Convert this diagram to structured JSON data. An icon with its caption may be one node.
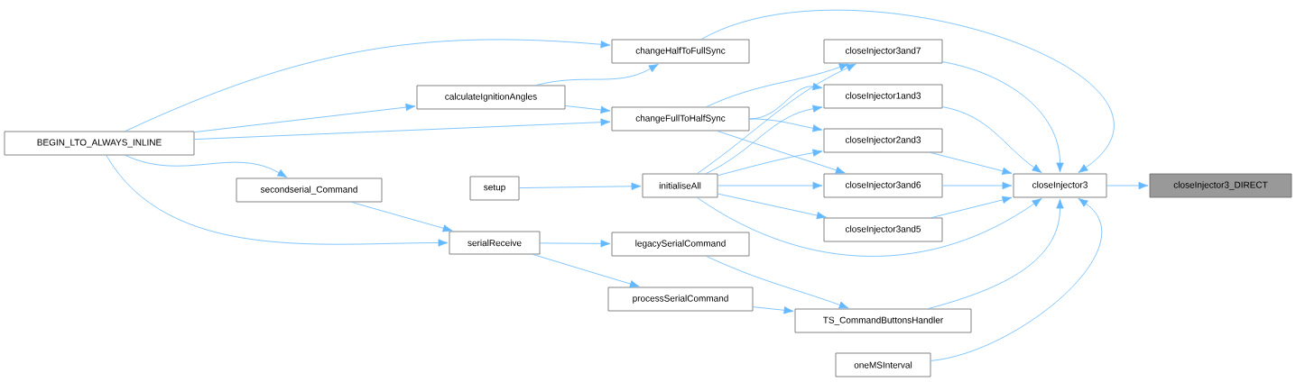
{
  "diagram": {
    "nodes": [
      {
        "text": [
          "BEGIN_LTO_ALWAYS_INLINE"
        ]
      },
      {
        "text": [
          "changeHalfToFullSync"
        ]
      },
      {
        "text": [
          "calculateIgnitionAngles"
        ]
      },
      {
        "text": [
          "changeFullToHalfSync"
        ]
      },
      {
        "text": [
          "closeInjector3and7"
        ]
      },
      {
        "text": [
          "closeInjector1and3"
        ]
      },
      {
        "text": [
          "closeInjector2and3"
        ]
      },
      {
        "text": [
          "setup"
        ]
      },
      {
        "text": [
          "initialiseAll"
        ]
      },
      {
        "text": [
          "closeInjector3and6"
        ]
      },
      {
        "text": [
          "secondserial_Command"
        ]
      },
      {
        "text": [
          "closeInjector3and5"
        ]
      },
      {
        "text": [
          "serialReceive"
        ]
      },
      {
        "text": [
          "legacySerialCommand"
        ]
      },
      {
        "text": [
          "closeInjector3"
        ]
      },
      {
        "text": [
          "closeInjector3_DIRECT"
        ]
      },
      {
        "text": [
          "processSerialCommand"
        ]
      },
      {
        "text": [
          "TS_CommandButtonsHandler"
        ]
      },
      {
        "text": [
          "oneMSInterval"
        ]
      }
    ],
    "edges": [
      {
        "from": 0,
        "to": 1,
        "arrow": "to"
      },
      {
        "from": 0,
        "to": 2,
        "arrow": "to"
      },
      {
        "from": 0,
        "to": 3,
        "arrow": "to"
      },
      {
        "from": 0,
        "to": 10,
        "arrow": "to"
      },
      {
        "from": 0,
        "to": 12,
        "arrow": "to"
      },
      {
        "from": 2,
        "to": 1,
        "arrow": "to"
      },
      {
        "from": 2,
        "to": 3,
        "arrow": "to"
      },
      {
        "from": 1,
        "to": 14,
        "arrow": "to"
      },
      {
        "from": 3,
        "to": 4,
        "arrow": "to"
      },
      {
        "from": 3,
        "to": 5,
        "arrow": "to"
      },
      {
        "from": 3,
        "to": 6,
        "arrow": "to"
      },
      {
        "from": 3,
        "to": 9,
        "arrow": "to"
      },
      {
        "from": 7,
        "to": 8,
        "arrow": "to"
      },
      {
        "from": 8,
        "to": 4,
        "arrow": "to"
      },
      {
        "from": 8,
        "to": 5,
        "arrow": "to"
      },
      {
        "from": 8,
        "to": 6,
        "arrow": "to"
      },
      {
        "from": 8,
        "to": 9,
        "arrow": "to"
      },
      {
        "from": 8,
        "to": 11,
        "arrow": "to"
      },
      {
        "from": 8,
        "to": 14,
        "arrow": "to"
      },
      {
        "from": 10,
        "to": 12,
        "arrow": "to"
      },
      {
        "from": 12,
        "to": 13,
        "arrow": "to"
      },
      {
        "from": 12,
        "to": 16,
        "arrow": "to"
      },
      {
        "from": 13,
        "to": 17,
        "arrow": "to"
      },
      {
        "from": 16,
        "to": 17,
        "arrow": "to"
      },
      {
        "from": 4,
        "to": 14,
        "arrow": "to"
      },
      {
        "from": 5,
        "to": 14,
        "arrow": "to"
      },
      {
        "from": 6,
        "to": 14,
        "arrow": "to"
      },
      {
        "from": 9,
        "to": 14,
        "arrow": "to"
      },
      {
        "from": 11,
        "to": 14,
        "arrow": "to"
      },
      {
        "from": 17,
        "to": 14,
        "arrow": "to"
      },
      {
        "from": 18,
        "to": 14,
        "arrow": "to"
      },
      {
        "from": 14,
        "to": 15,
        "arrow": "to"
      }
    ]
  }
}
